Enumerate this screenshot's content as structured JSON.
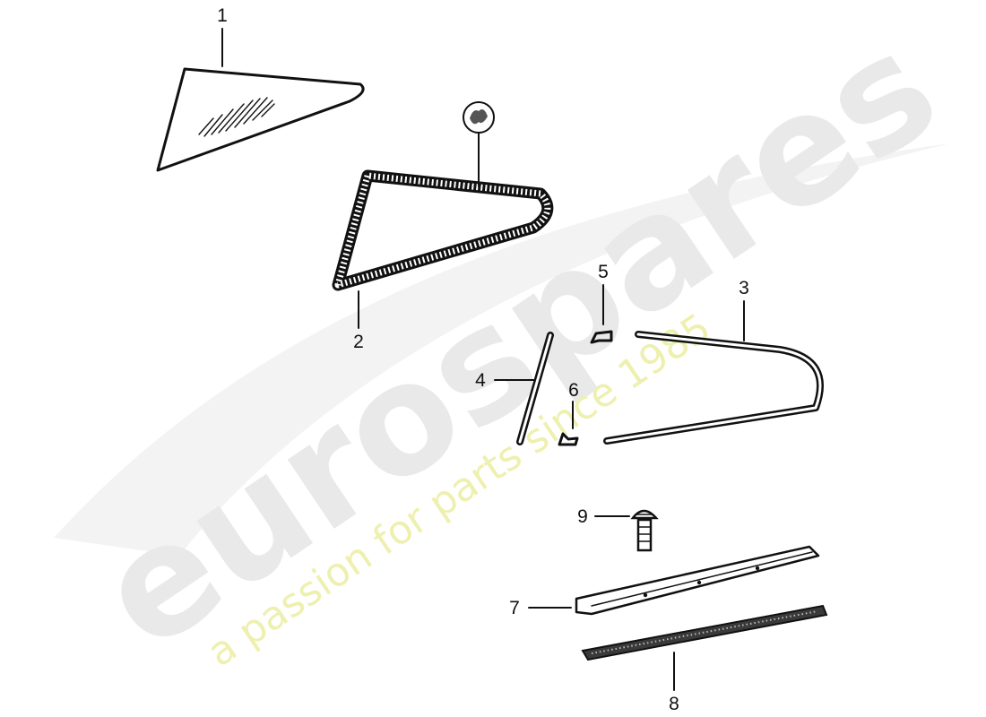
{
  "watermark": {
    "brand": "eurospares",
    "tagline": "a passion for parts since 1985"
  },
  "diagram": {
    "callouts": [
      {
        "id": "1",
        "label": "1"
      },
      {
        "id": "2",
        "label": "2"
      },
      {
        "id": "3",
        "label": "3"
      },
      {
        "id": "4",
        "label": "4"
      },
      {
        "id": "5",
        "label": "5"
      },
      {
        "id": "6",
        "label": "6"
      },
      {
        "id": "7",
        "label": "7"
      },
      {
        "id": "8",
        "label": "8"
      },
      {
        "id": "9",
        "label": "9"
      }
    ],
    "symbols": [
      {
        "id": "glue",
        "icon": "adhesive-symbol-icon"
      }
    ]
  }
}
